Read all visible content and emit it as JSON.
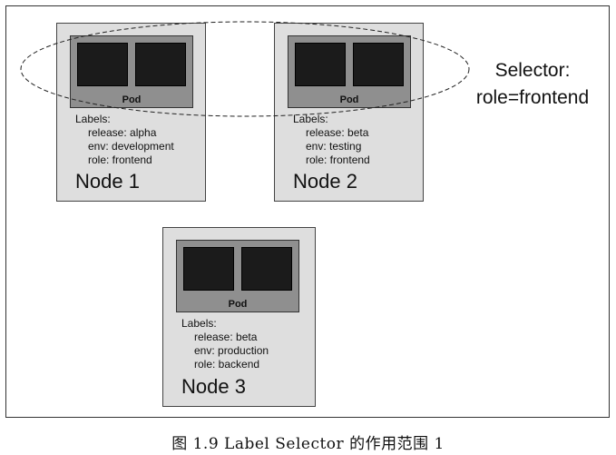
{
  "selector": {
    "title": "Selector:",
    "expression": "role=frontend"
  },
  "nodes": [
    {
      "name": "Node 1",
      "pod_label": "Pod",
      "labels_title": "Labels:",
      "labels": [
        "release: alpha",
        "env: development",
        "role: frontend"
      ]
    },
    {
      "name": "Node 2",
      "pod_label": "Pod",
      "labels_title": "Labels:",
      "labels": [
        "release: beta",
        "env: testing",
        "role: frontend"
      ]
    },
    {
      "name": "Node 3",
      "pod_label": "Pod",
      "labels_title": "Labels:",
      "labels": [
        "release: beta",
        "env: production",
        "role: backend"
      ]
    }
  ],
  "caption": "图 1.9   Label Selector 的作用范围 1",
  "colors": {
    "node_fill": "#dedede",
    "pod_fill": "#8f8f8f",
    "container_fill": "#1b1b1b"
  }
}
